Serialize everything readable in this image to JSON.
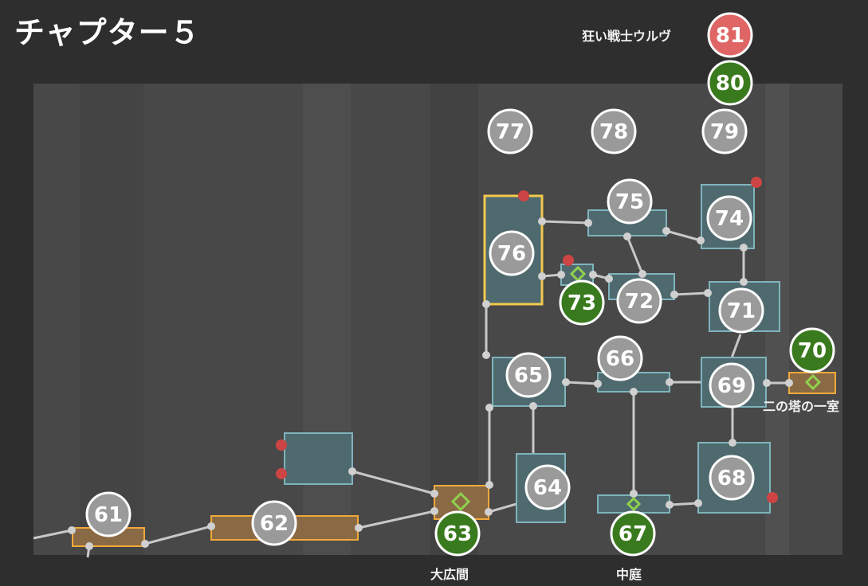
{
  "title": "チャプター５",
  "colors": {
    "background": "#2e2e2e",
    "map_area": "#4a4a4a",
    "room_teal_fill": "#4f6a6f",
    "room_teal_stroke": "#7fb4bc",
    "room_orange_fill": "#8a6a45",
    "room_orange_stroke": "#f0a93a",
    "room_yellow_stroke": "#f2c94c",
    "path": "#c8c8c8",
    "node_gray": "#9a9a9a",
    "node_green": "#3a7a1e",
    "node_red": "#e06666",
    "red_dot": "#cc4444",
    "save_marker": "#8fd14f"
  },
  "labels": {
    "boss": "狂い戦士ウルヴ",
    "second_tower": "二の塔の一室",
    "great_hall": "大広間",
    "courtyard": "中庭"
  },
  "nodes": [
    {
      "id": "61",
      "status": "gray"
    },
    {
      "id": "62",
      "status": "gray"
    },
    {
      "id": "63",
      "status": "green"
    },
    {
      "id": "64",
      "status": "gray"
    },
    {
      "id": "65",
      "status": "gray"
    },
    {
      "id": "66",
      "status": "gray"
    },
    {
      "id": "67",
      "status": "green"
    },
    {
      "id": "68",
      "status": "gray"
    },
    {
      "id": "69",
      "status": "gray"
    },
    {
      "id": "70",
      "status": "green"
    },
    {
      "id": "71",
      "status": "gray"
    },
    {
      "id": "72",
      "status": "gray"
    },
    {
      "id": "73",
      "status": "green"
    },
    {
      "id": "74",
      "status": "gray"
    },
    {
      "id": "75",
      "status": "gray"
    },
    {
      "id": "76",
      "status": "gray"
    },
    {
      "id": "77",
      "status": "gray"
    },
    {
      "id": "78",
      "status": "gray"
    },
    {
      "id": "79",
      "status": "gray"
    },
    {
      "id": "80",
      "status": "green"
    },
    {
      "id": "81",
      "status": "red"
    }
  ]
}
